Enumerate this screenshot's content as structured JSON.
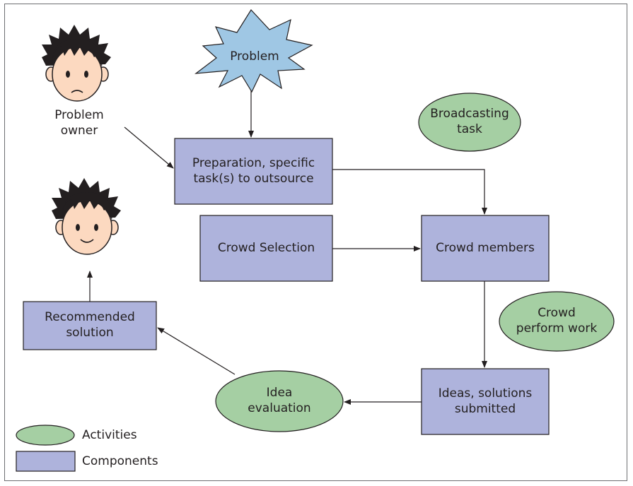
{
  "nodes": {
    "problem": "Problem",
    "problem_owner": "Problem\nowner",
    "preparation": "Preparation, specific\ntask(s) to outsource",
    "broadcasting_task": "Broadcasting\ntask",
    "crowd_selection": "Crowd Selection",
    "crowd_members": "Crowd members",
    "crowd_perform_work": "Crowd\nperform work",
    "recommended_solution": "Recommended\nsolution",
    "idea_evaluation": "Idea\nevaluation",
    "ideas_submitted": "Ideas, solutions\nsubmitted"
  },
  "legend": {
    "activities": "Activities",
    "components": "Components"
  },
  "colors": {
    "component_fill": "#aeb3dc",
    "activity_fill": "#a5cfa3",
    "starburst_fill": "#9fc7e4",
    "stroke": "#231f20",
    "frame": "#6d6e71",
    "skin": "#fcd9c0",
    "hair": "#231f20"
  },
  "icons": {
    "problem_owner_face": "sad-face-icon",
    "happy_face": "happy-face-icon"
  }
}
